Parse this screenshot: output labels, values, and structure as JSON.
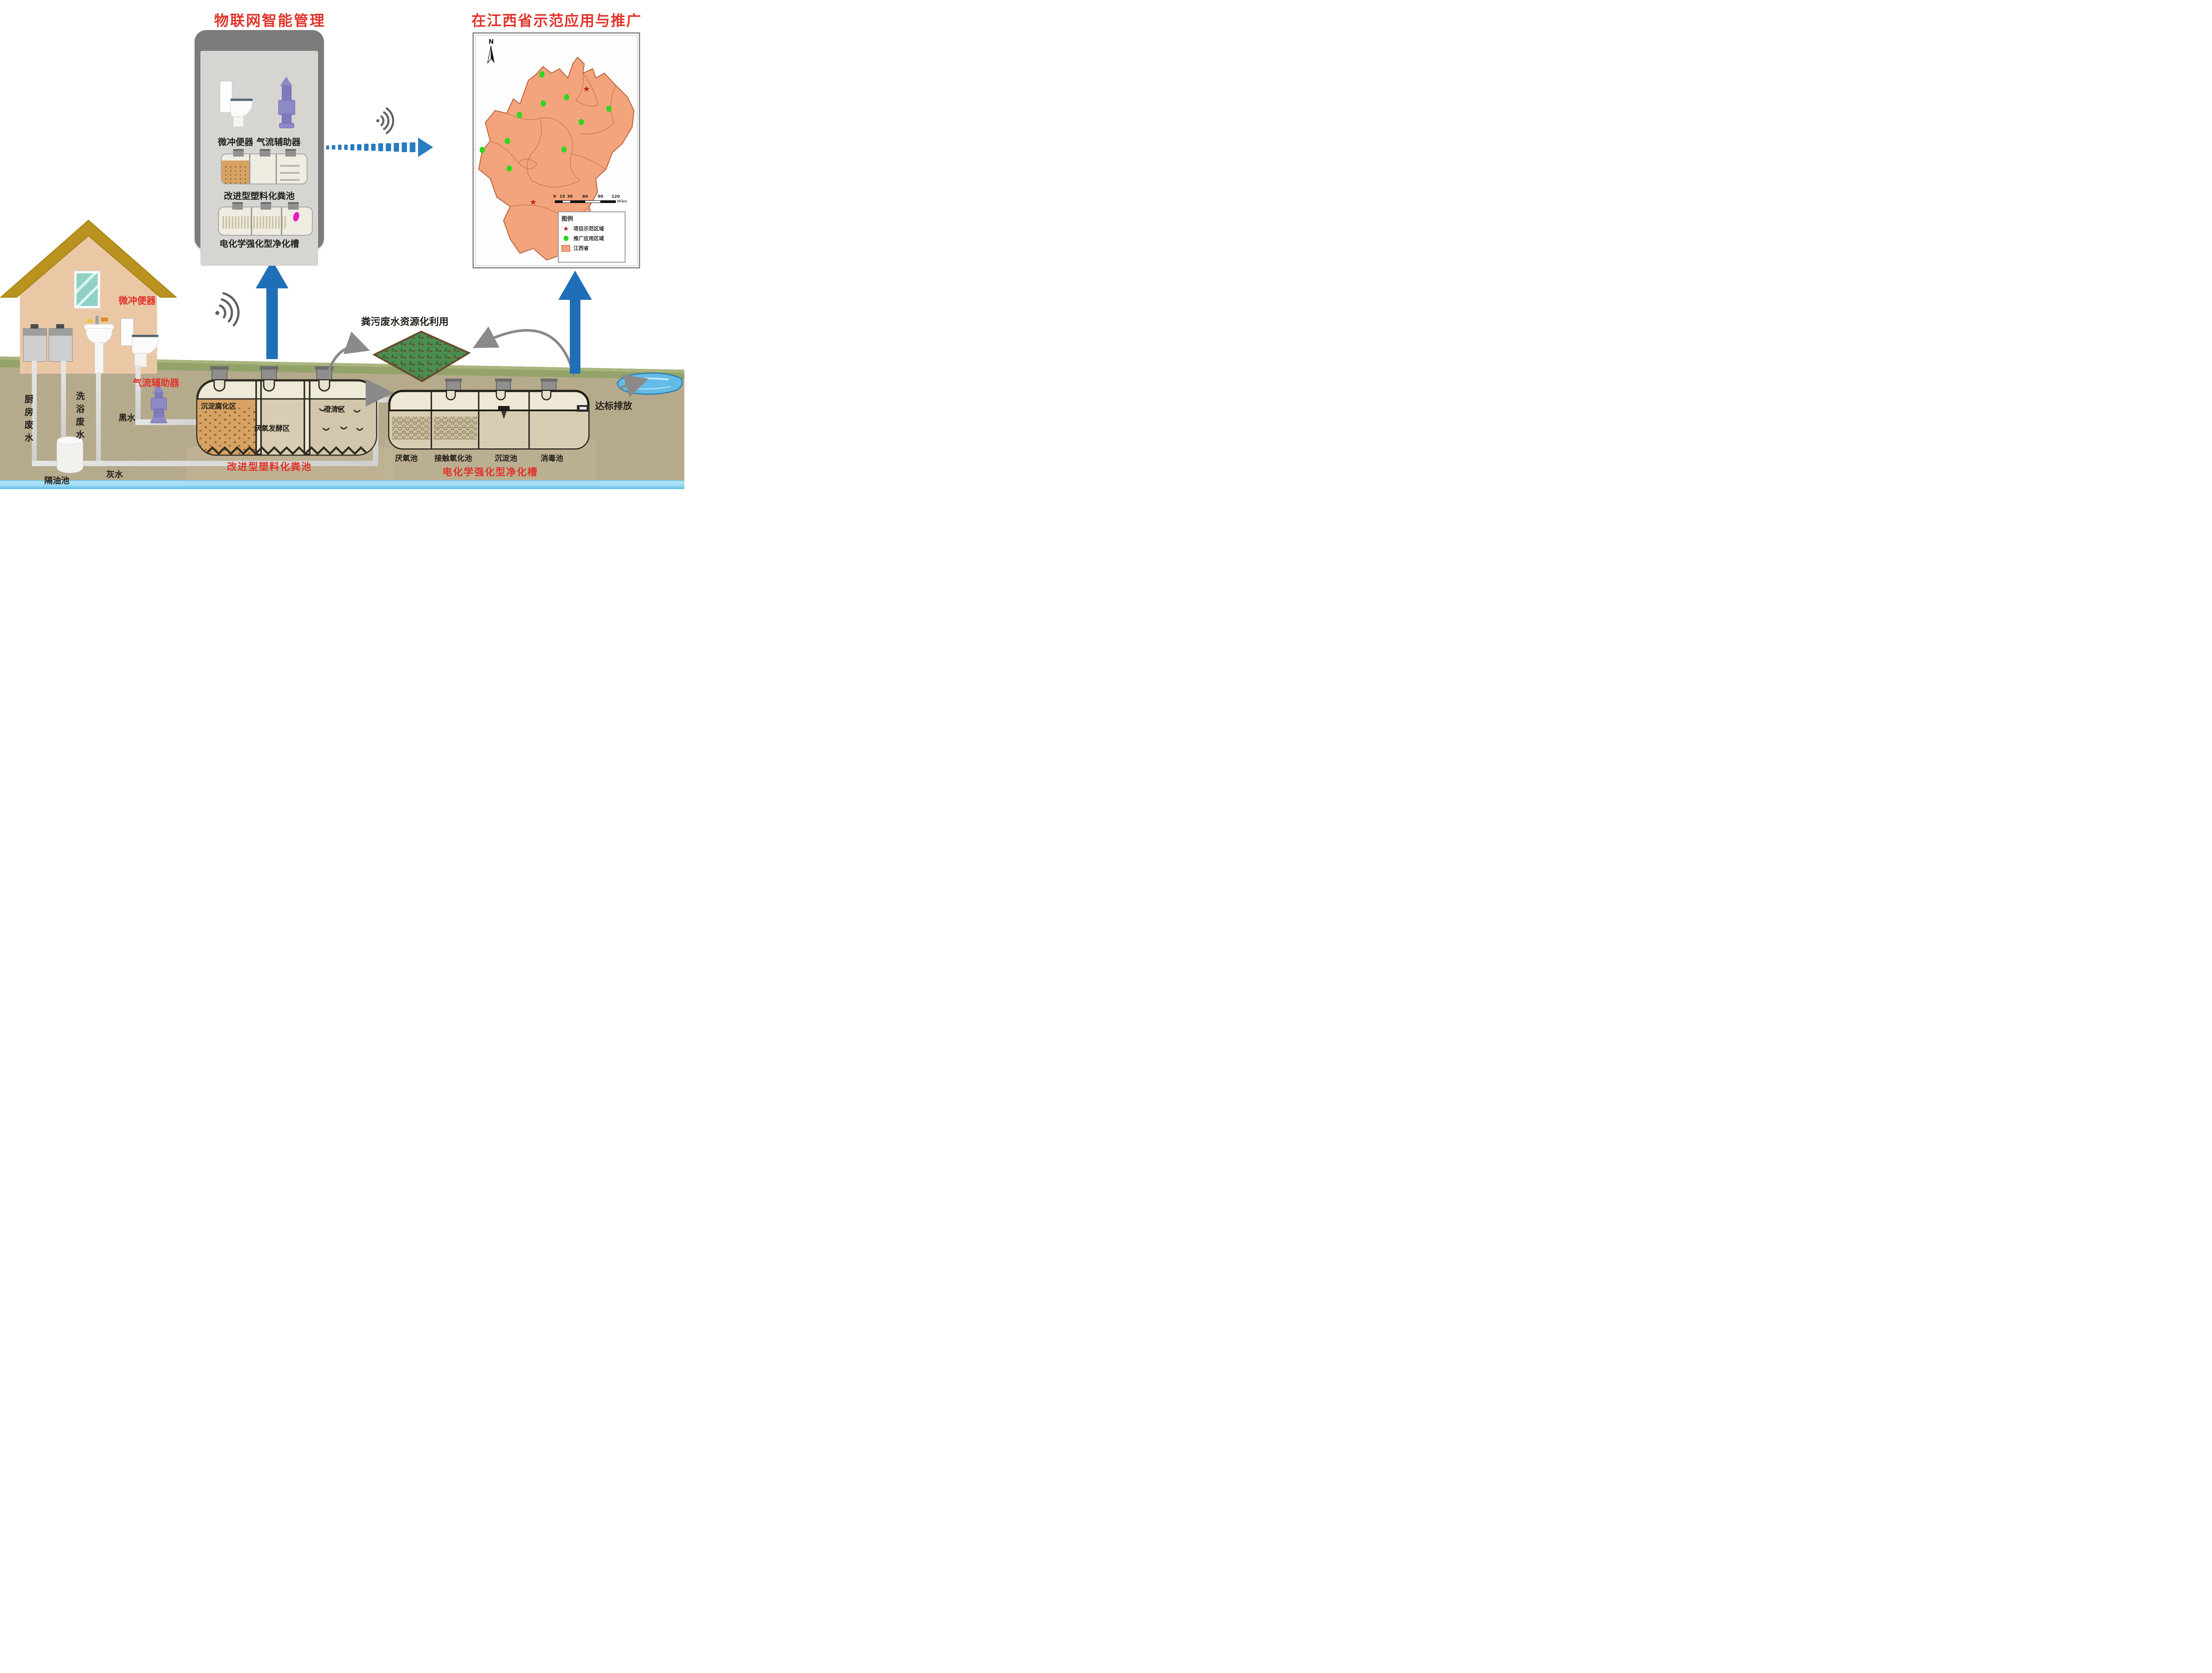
{
  "titles": {
    "iot_title": "物联网智能管理",
    "map_title": "在江西省示范应用与推广"
  },
  "phone": {
    "device_labels": "微冲便器  气流辅助器",
    "septic_label": "改进型塑料化粪池",
    "purifier_label": "电化学强化型净化槽"
  },
  "house": {
    "toilet_label": "微冲便器",
    "airflow_label": "气流辅助器",
    "kitchen_wastewater": "厨房废水",
    "bath_wastewater": "洗浴废水",
    "black_water": "黑水",
    "grey_water": "灰水",
    "grease_trap": "隔油池"
  },
  "septic_tank": {
    "zone_settling": "沉淀腐化区",
    "zone_anaerobic": "厌氧发酵区",
    "zone_clarify": "澄清区",
    "name": "改进型塑料化粪池"
  },
  "purifier_tank": {
    "chamber_anaerobic": "厌氧池",
    "chamber_contact": "接触氧化池",
    "chamber_sedimentation": "沉淀池",
    "chamber_disinfection": "消毒池",
    "name": "电化学强化型净化槽"
  },
  "labels": {
    "reuse": "粪污废水资源化利用",
    "discharge": "达标排放"
  },
  "map": {
    "north": "N",
    "scalebar": {
      "ticks": [
        "0",
        "15",
        "30",
        "60",
        "90",
        "120"
      ],
      "tick_percents": [
        0,
        12.5,
        25,
        50,
        75,
        100
      ],
      "segments": [
        {
          "w": 12.5,
          "c": "#111111"
        },
        {
          "w": 12.5,
          "c": "#ffffff"
        },
        {
          "w": 25,
          "c": "#111111"
        },
        {
          "w": 25,
          "c": "#ffffff"
        },
        {
          "w": 25,
          "c": "#111111"
        }
      ],
      "unit": "Miles"
    },
    "legend": {
      "title": "图例",
      "items": [
        {
          "type": "star",
          "label": "项目示范区域"
        },
        {
          "type": "dot",
          "label": "推广应用区域"
        },
        {
          "type": "area",
          "label": "江西省"
        }
      ]
    },
    "demo_stars": [
      [
        68.3,
        23.8
      ],
      [
        36.0,
        72.4
      ]
    ],
    "promo_dots": [
      [
        41.4,
        17.5
      ],
      [
        56.2,
        27.2
      ],
      [
        42.2,
        29.9
      ],
      [
        27.7,
        34.9
      ],
      [
        81.7,
        32.2
      ],
      [
        65.1,
        37.9
      ],
      [
        20.4,
        46.1
      ],
      [
        5.0,
        49.9
      ],
      [
        54.6,
        49.7
      ],
      [
        21.5,
        57.8
      ]
    ]
  },
  "colors": {
    "title_red": "#e23128",
    "province_fill": "#f4a47c",
    "province_border": "#b5633c",
    "demo_star": "#c01d1d",
    "promo_dot": "#2bd81f",
    "arrow_blue": "#1f6fb8",
    "arrow_gray": "#8a8a8a"
  }
}
